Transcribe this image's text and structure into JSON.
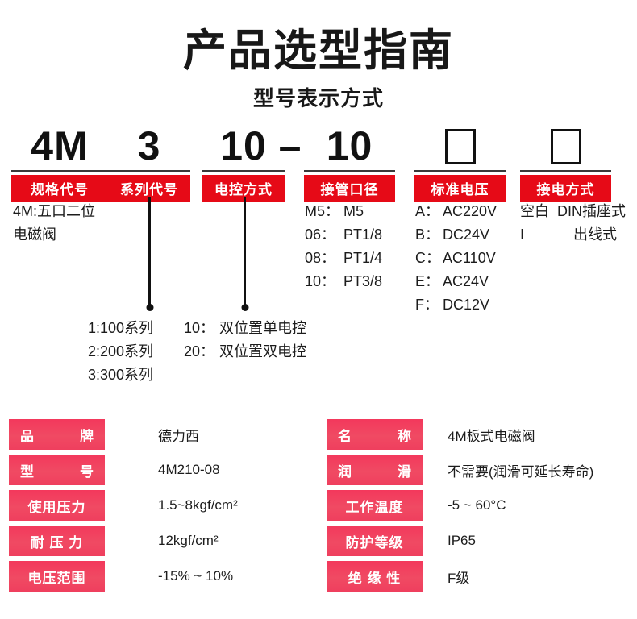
{
  "header": {
    "title": "产品选型指南",
    "subtitle": "型号表示方式"
  },
  "model_code": {
    "segments": [
      {
        "glyph": "4M",
        "tag": "规格代号",
        "type": "text"
      },
      {
        "glyph": "3",
        "tag": "系列代号",
        "type": "text"
      },
      {
        "glyph": "10",
        "tag": "电控方式",
        "type": "text"
      },
      {
        "glyph": "10",
        "tag": "接管口径",
        "type": "text",
        "prefix": "–"
      },
      {
        "glyph": "□",
        "tag": "标准电压",
        "type": "box"
      },
      {
        "glyph": "□",
        "tag": "接电方式",
        "type": "box"
      }
    ]
  },
  "legend": {
    "spec_code": {
      "lines": [
        "4M:五口二位",
        "电磁阀"
      ]
    },
    "series_code": {
      "items": [
        {
          "key": "1:100系列"
        },
        {
          "key": "2:200系列"
        },
        {
          "key": "3:300系列"
        }
      ]
    },
    "control_type": {
      "items": [
        {
          "key": "10：",
          "value": "双位置单电控"
        },
        {
          "key": "20：",
          "value": "双位置双电控"
        }
      ]
    },
    "port_size": {
      "items": [
        {
          "key": "M5：",
          "value": "M5"
        },
        {
          "key": "06：",
          "value": "PT1/8"
        },
        {
          "key": "08：",
          "value": "PT1/4"
        },
        {
          "key": "10：",
          "value": "PT3/8"
        }
      ]
    },
    "voltage": {
      "items": [
        {
          "key": "A：",
          "value": "AC220V"
        },
        {
          "key": "B：",
          "value": "DC24V"
        },
        {
          "key": "C：",
          "value": "AC110V"
        },
        {
          "key": "E：",
          "value": "AC24V"
        },
        {
          "key": "F：",
          "value": "DC12V"
        }
      ]
    },
    "wiring": {
      "items": [
        {
          "key": "空白",
          "value": "DIN插座式"
        },
        {
          "key": "I",
          "value": "出线式"
        }
      ]
    }
  },
  "spec_left": {
    "rows": [
      {
        "label": "品牌",
        "label_a": "品",
        "label_b": "牌",
        "spaced": true,
        "value": "德力西"
      },
      {
        "label": "型号",
        "label_a": "型",
        "label_b": "号",
        "spaced": true,
        "value": "4M210-08"
      },
      {
        "label": "使用压力",
        "label_a": "使用压力",
        "label_b": "",
        "spaced": false,
        "value": "1.5~8kgf/cm²"
      },
      {
        "label": "耐压力",
        "label_a": "耐 压 力",
        "label_b": "",
        "spaced": false,
        "value": "12kgf/cm²"
      },
      {
        "label": "电压范围",
        "label_a": "电压范围",
        "label_b": "",
        "spaced": false,
        "value": "-15% ~ 10%"
      }
    ]
  },
  "spec_right": {
    "rows": [
      {
        "label": "名称",
        "label_a": "名",
        "label_b": "称",
        "spaced": true,
        "value": "4M板式电磁阀"
      },
      {
        "label": "润滑",
        "label_a": "润",
        "label_b": "滑",
        "spaced": true,
        "value": "不需要(润滑可延长寿命)"
      },
      {
        "label": "工作温度",
        "label_a": "工作温度",
        "label_b": "",
        "spaced": false,
        "value": "-5 ~ 60°C"
      },
      {
        "label": "防护等级",
        "label_a": "防护等级",
        "label_b": "",
        "spaced": false,
        "value": "IP65"
      },
      {
        "label": "绝缘性",
        "label_a": "绝 缘 性",
        "label_b": "",
        "spaced": false,
        "value": "F级"
      }
    ]
  },
  "colors": {
    "tag_red": "#e60a17",
    "spec_pink": "#f3385c",
    "text": "#1a1a1a"
  }
}
